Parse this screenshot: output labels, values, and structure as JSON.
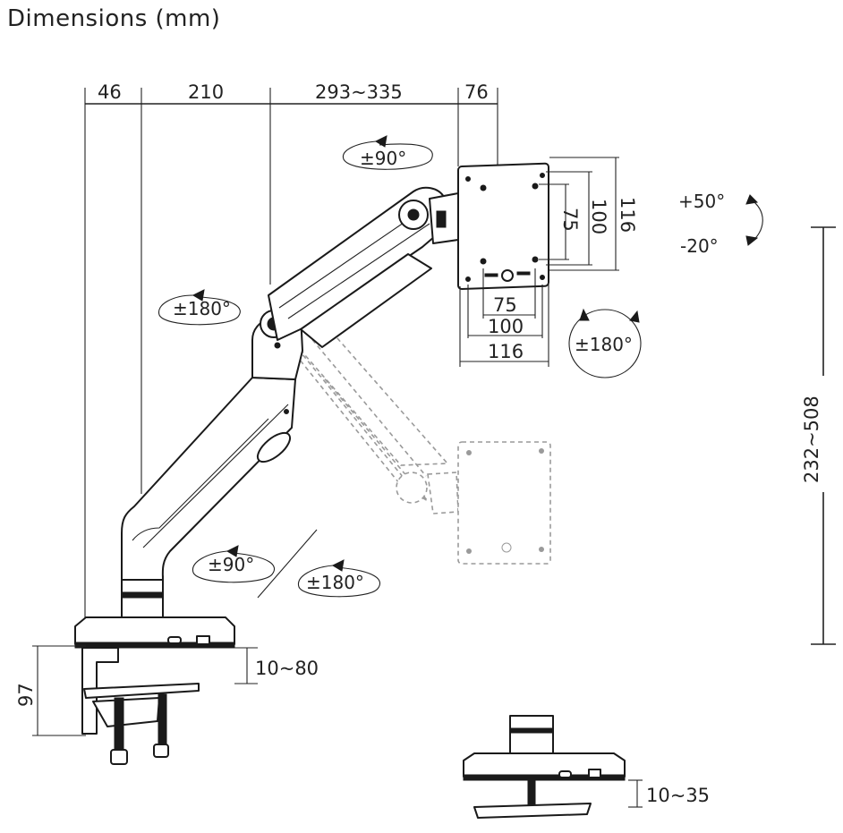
{
  "title": "Dimensions (mm)",
  "dimensions": {
    "top_46": "46",
    "top_210": "210",
    "top_293_335": "293~335",
    "top_76": "76",
    "vesa_h_75": "75",
    "vesa_h_100": "100",
    "vesa_h_116": "116",
    "vesa_v_75": "75",
    "vesa_v_100": "100",
    "vesa_v_116": "116",
    "height_range": "232~508",
    "clamp_height": "97",
    "clamp_desk": "10~80",
    "grommet_desk": "10~35"
  },
  "rotations": {
    "head_swivel": "±90°",
    "tilt_up": "+50°",
    "tilt_down": "-20°",
    "forearm_swivel": "±180°",
    "screen_rotate": "±180°",
    "base_swivel_90": "±90°",
    "base_swivel_180": "±180°"
  }
}
